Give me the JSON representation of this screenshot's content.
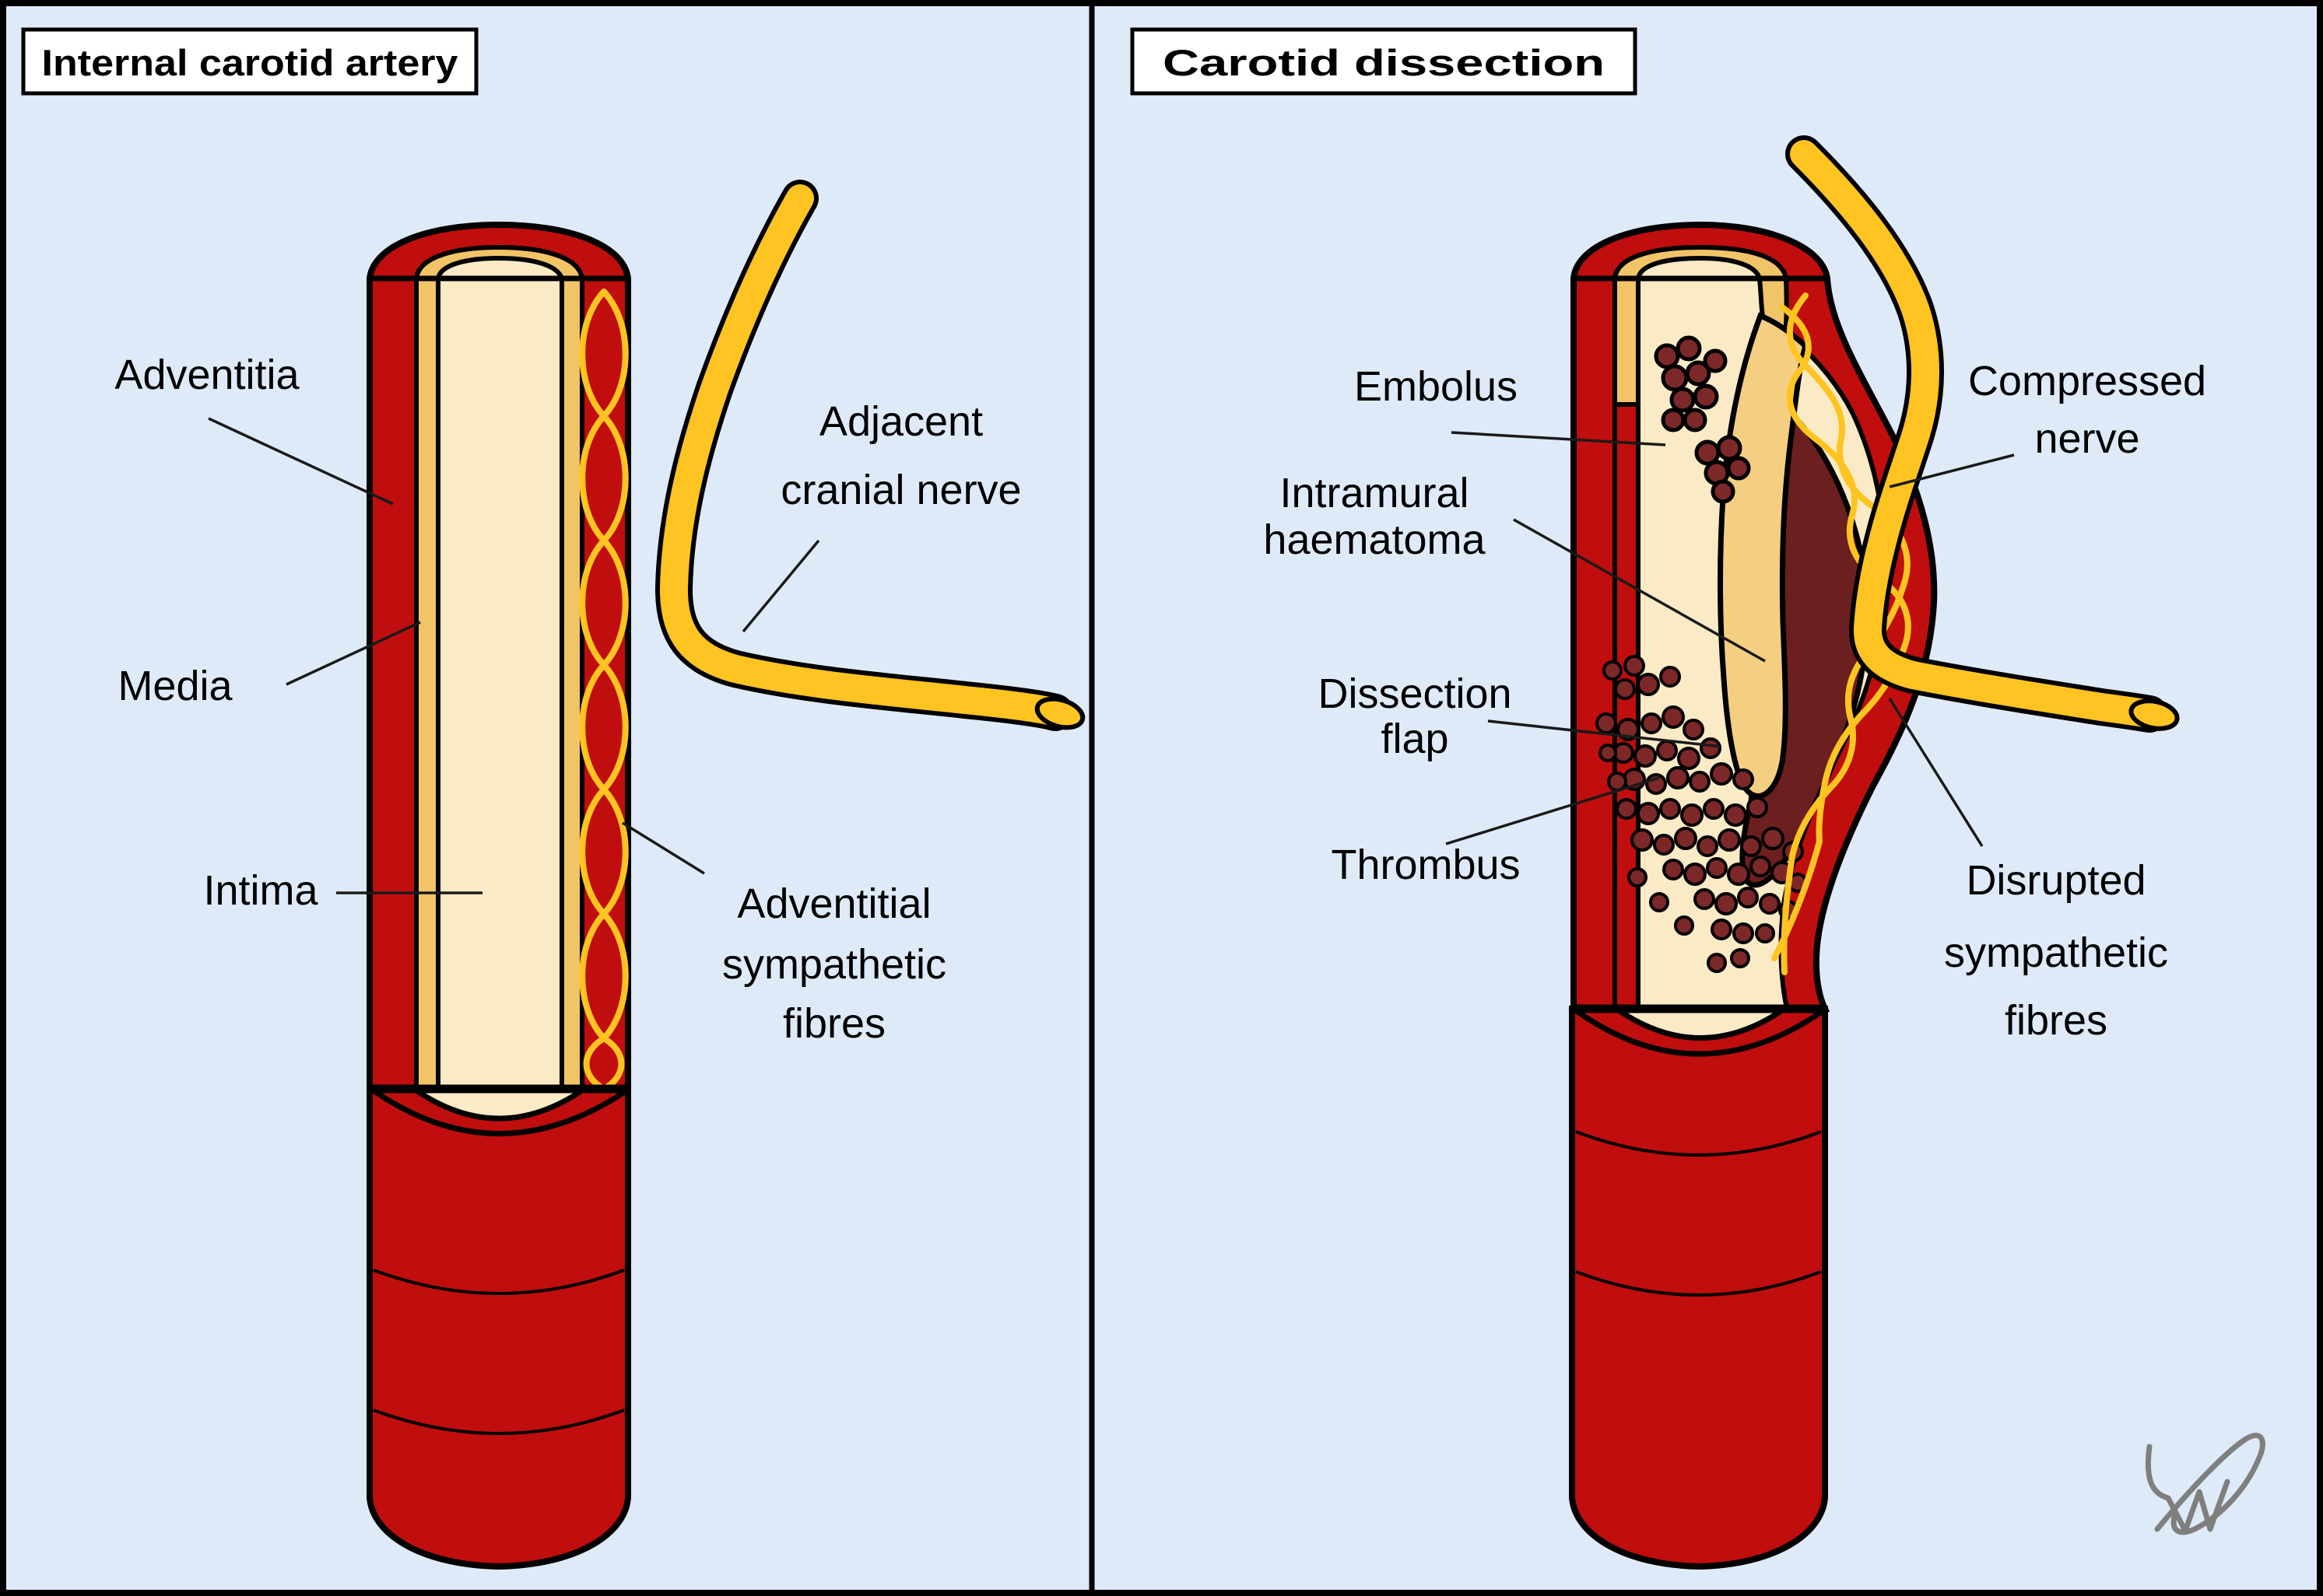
{
  "figure": {
    "left_panel": {
      "title": "Internal carotid artery",
      "labels": {
        "adventitia": "Adventitia",
        "media": "Media",
        "intima": "Intima",
        "adjacent_cranial_nerve": [
          "Adjacent",
          "cranial nerve"
        ],
        "adventitial_sympathetic_fibres": [
          "Adventitial",
          "sympathetic",
          "fibres"
        ]
      }
    },
    "right_panel": {
      "title": "Carotid dissection",
      "labels": {
        "embolus": "Embolus",
        "intramural_haematoma": [
          "Intramural",
          "haematoma"
        ],
        "dissection_flap": [
          "Dissection",
          "flap"
        ],
        "thrombus": "Thrombus",
        "compressed_nerve": [
          "Compressed",
          "nerve"
        ],
        "disrupted_sympathetic_fibres": [
          "Disrupted",
          "sympathetic",
          "fibres"
        ]
      }
    }
  },
  "colors": {
    "background": "#dfeaf8",
    "panel_border": "#000000",
    "artery_red": "#c00d0d",
    "media_gold": "#f2c468",
    "lumen_cream": "#faeac6",
    "flap_gold": "#f4cf82",
    "haematoma_dark_red": "#6b1f1f",
    "clot_red": "#7c2828",
    "nerve_yellow": "#ffc421",
    "label_text": "#000000",
    "signature_gray": "#7f7f7f"
  }
}
